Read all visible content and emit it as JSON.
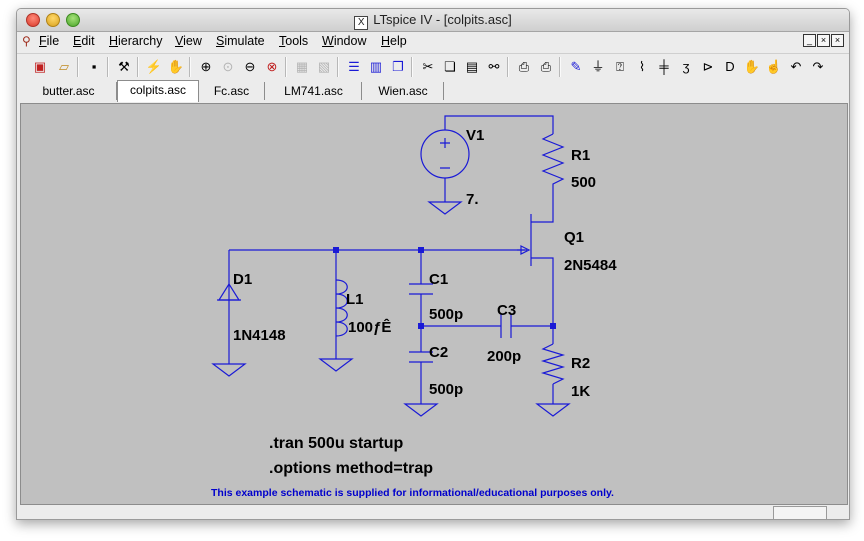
{
  "window": {
    "title": "LTspice IV - [colpits.asc]",
    "logo_glyph": "X"
  },
  "menu": {
    "items": [
      "File",
      "Edit",
      "Hierarchy",
      "View",
      "Simulate",
      "Tools",
      "Window",
      "Help"
    ]
  },
  "window_controls": [
    "_",
    "×",
    "×"
  ],
  "toolbar": {
    "icons": [
      "new-schematic-icon",
      "open-icon",
      "save-icon",
      "control-panel-icon",
      "run-icon",
      "halt-icon",
      "zoom-in-icon",
      "zoom-full-icon",
      "zoom-out-icon",
      "zoom-cancel-icon",
      "autorange-icon",
      "visible-traces-icon",
      "tile-horizontal-icon",
      "tile-vertical-icon",
      "cascade-icon",
      "cut-icon",
      "copy-icon",
      "paste-icon",
      "find-icon",
      "print-setup-icon",
      "print-icon",
      "wire-icon",
      "ground-icon",
      "label-icon",
      "resistor-icon",
      "capacitor-icon",
      "inductor-icon",
      "diode-icon",
      "component-icon",
      "move-icon",
      "drag-icon",
      "undo-icon"
    ]
  },
  "tabs": [
    {
      "label": "butter.asc",
      "active": false
    },
    {
      "label": "colpits.asc",
      "active": true
    },
    {
      "label": "Fc.asc",
      "active": false
    },
    {
      "label": "LM741.asc",
      "active": false
    },
    {
      "label": "Wien.asc",
      "active": false
    }
  ],
  "schematic": {
    "v1": {
      "name": "V1",
      "value": "7."
    },
    "r1": {
      "name": "R1",
      "value": "500"
    },
    "q1": {
      "name": "Q1",
      "value": "2N5484"
    },
    "d1": {
      "name": "D1",
      "value": "1N4148"
    },
    "l1": {
      "name": "L1",
      "value": "100ƒÊ"
    },
    "c1": {
      "name": "C1",
      "value": "500p"
    },
    "c2": {
      "name": "C2",
      "value": "500p"
    },
    "c3": {
      "name": "C3",
      "value": "200p"
    },
    "r2": {
      "name": "R2",
      "value": "1K"
    },
    "directive_tran": ".tran 500u startup",
    "directive_options": ".options method=trap",
    "disclaimer": "This example schematic is supplied for informational/educational purposes only.",
    "wire_color": "#1a1ad6",
    "disclaimer_color": "#0000cc"
  }
}
